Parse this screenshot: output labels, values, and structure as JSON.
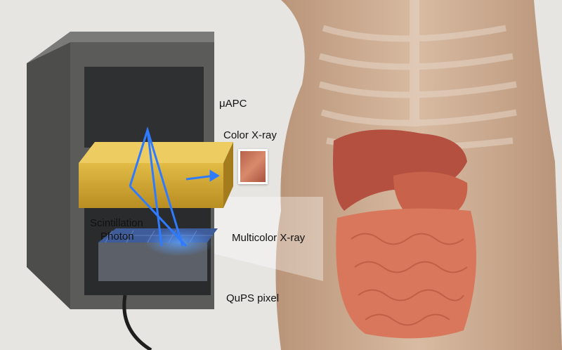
{
  "labels": {
    "uapc": "μAPC",
    "color_xray": "Color X-ray",
    "scintillation": "Scintillation",
    "photon": "Photon",
    "multicolor_xray": "Multicolor X-ray",
    "qups_pixel": "QuPS pixel"
  },
  "colors": {
    "background": "#e7e5e2",
    "device": "#5b5b5a",
    "scintillator": "#d4a930",
    "photon_path": "#2f7bff",
    "skin": "#cfae92",
    "liver": "#b4503f",
    "intestine": "#d8775c"
  }
}
